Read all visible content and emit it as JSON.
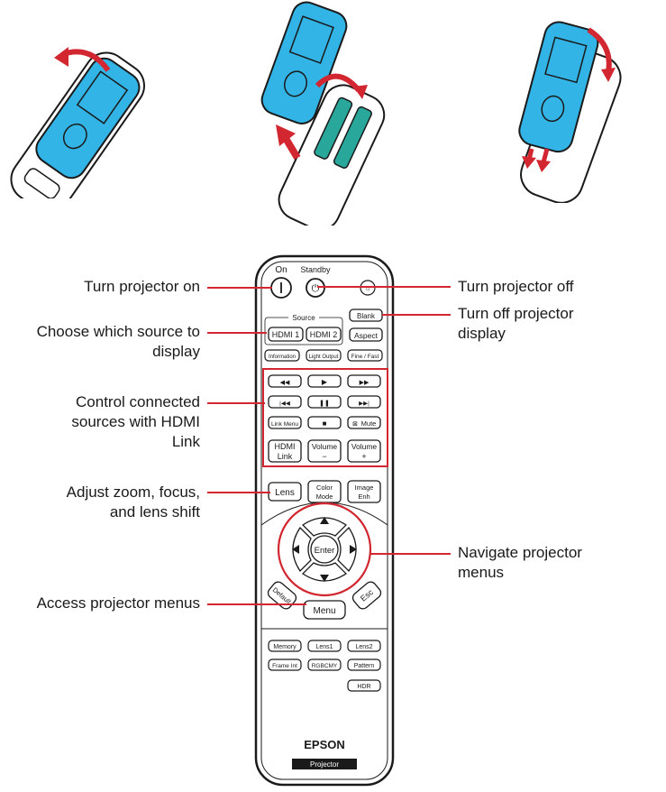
{
  "colors": {
    "cover_blue": "#32b4e6",
    "arrow_red": "#d22630",
    "remote_outline": "#1a1a1a",
    "remote_body": "#ffffff",
    "battery_green": "#2aa79b"
  },
  "remote": {
    "label_on": "On",
    "label_standby": "Standby",
    "source_label": "Source",
    "hdmi1": "HDMI 1",
    "hdmi2": "HDMI 2",
    "blank": "Blank",
    "aspect": "Aspect",
    "information": "Information",
    "light_output": "Light Output",
    "fine_fast": "Fine / Fast",
    "rewind": "◀◀",
    "play": "▶",
    "ffwd": "▶▶",
    "prev": "|◀◀",
    "pause": "❚❚",
    "next": "▶▶|",
    "link_menu": "Link Menu",
    "stop": "■",
    "mute": "Mute",
    "hdmi_link_1": "HDMI",
    "hdmi_link_2": "Link",
    "volume_down_1": "Volume",
    "volume_down_2": "−",
    "volume_up_1": "Volume",
    "volume_up_2": "+",
    "lens": "Lens",
    "color_mode_1": "Color",
    "color_mode_2": "Mode",
    "image_enh_1": "Image",
    "image_enh_2": "Enh",
    "enter": "Enter",
    "default": "Default",
    "menu": "Menu",
    "esc": "Esc",
    "memory": "Memory",
    "lens1": "Lens1",
    "lens2": "Lens2",
    "frame_int": "Frame Int",
    "rgbcmy": "RGBCMY",
    "pattern": "Pattern",
    "hdr": "HDR",
    "brand": "EPSON",
    "brand_sub": "Projector"
  },
  "callouts": {
    "power_on": "Turn projector on",
    "source_1": "Choose which source to",
    "source_2": "display",
    "hdmi_link_1": "Control connected",
    "hdmi_link_2": "sources with HDMI",
    "hdmi_link_3": "Link",
    "lens_1": "Adjust zoom, focus,",
    "lens_2": "and lens shift",
    "menu": "Access projector menus",
    "power_off": "Turn projector off",
    "blank_1": "Turn off projector",
    "blank_2": "display",
    "navigate_1": "Navigate projector",
    "navigate_2": "menus"
  }
}
